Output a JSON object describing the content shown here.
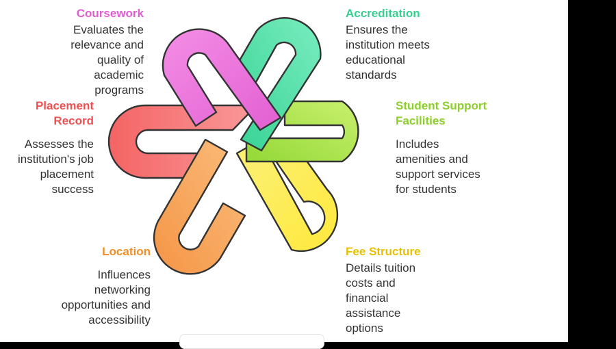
{
  "items": [
    {
      "id": "coursework",
      "title": "Coursework",
      "lines": [
        "Evaluates the",
        "relevance and",
        "quality of",
        "academic",
        "programs"
      ],
      "color": "#e35bd0"
    },
    {
      "id": "accreditation",
      "title": "Accreditation",
      "lines": [
        "Ensures the",
        "institution meets",
        "educational",
        "standards"
      ],
      "color": "#35cf8f"
    },
    {
      "id": "student-support",
      "title": "Student Support Facilities",
      "title_lines": [
        "Student Support",
        "Facilities"
      ],
      "lines": [
        "Includes",
        "amenities and",
        "support services",
        "for students"
      ],
      "color": "#8ccf2c"
    },
    {
      "id": "fee-structure",
      "title": "Fee Structure",
      "lines": [
        "Details tuition",
        "costs and",
        "financial",
        "assistance",
        "options"
      ],
      "color": "#e8c000"
    },
    {
      "id": "location",
      "title": "Location",
      "lines": [
        "Influences",
        "networking",
        "opportunities and",
        "accessibility"
      ],
      "color": "#ef8f2a"
    },
    {
      "id": "placement",
      "title": "Placement Record",
      "title_lines": [
        "Placement",
        "Record"
      ],
      "lines": [
        "Assesses the",
        "institution's job",
        "placement",
        "success"
      ],
      "color": "#ee5050"
    }
  ],
  "loop_colors": {
    "coursework": "#f07be0",
    "accreditation": "#5ee6ad",
    "student_support": "#b6ea55",
    "fee_structure": "#faeb3f",
    "location": "#f9a45a",
    "placement": "#f77979"
  }
}
